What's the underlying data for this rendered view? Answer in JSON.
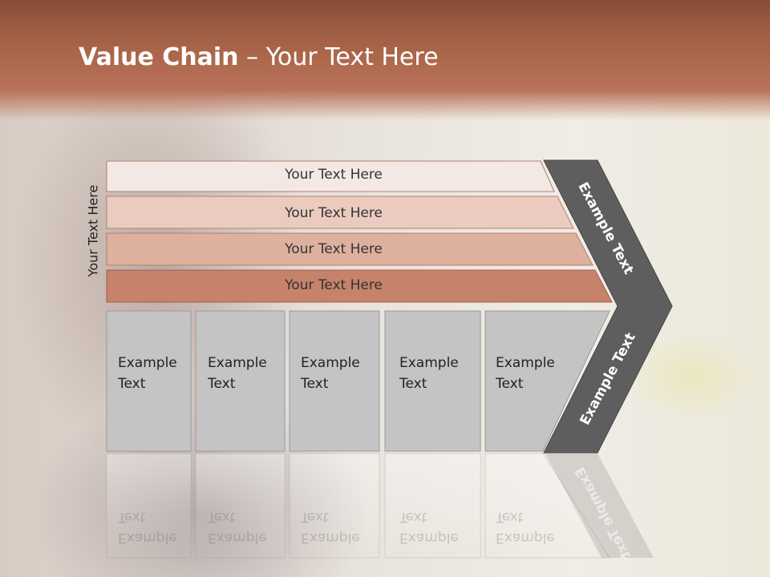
{
  "slide": {
    "title_bold": "Value Chain",
    "title_rest": " – Your Text Here",
    "side_label": "Your Text Here",
    "rows": [
      {
        "label": "Your Text Here",
        "color": "#f3e8e5"
      },
      {
        "label": "Your Text Here",
        "color": "#ebcbbf"
      },
      {
        "label": "Your Text Here",
        "color": "#deb09e"
      },
      {
        "label": "Your Text Here",
        "color": "#c6826b"
      }
    ],
    "boxes": [
      {
        "line1": "Example",
        "line2": "Text"
      },
      {
        "line1": "Example",
        "line2": "Text"
      },
      {
        "line1": "Example",
        "line2": "Text"
      },
      {
        "line1": "Example",
        "line2": "Text"
      },
      {
        "line1": "Example",
        "line2": "Text"
      }
    ],
    "chevron_top": "Example Text",
    "chevron_bottom": "Example Text",
    "colors": {
      "header": "#a96448",
      "box": "#c4c4c4",
      "chevron": "#5e5e5e"
    }
  }
}
